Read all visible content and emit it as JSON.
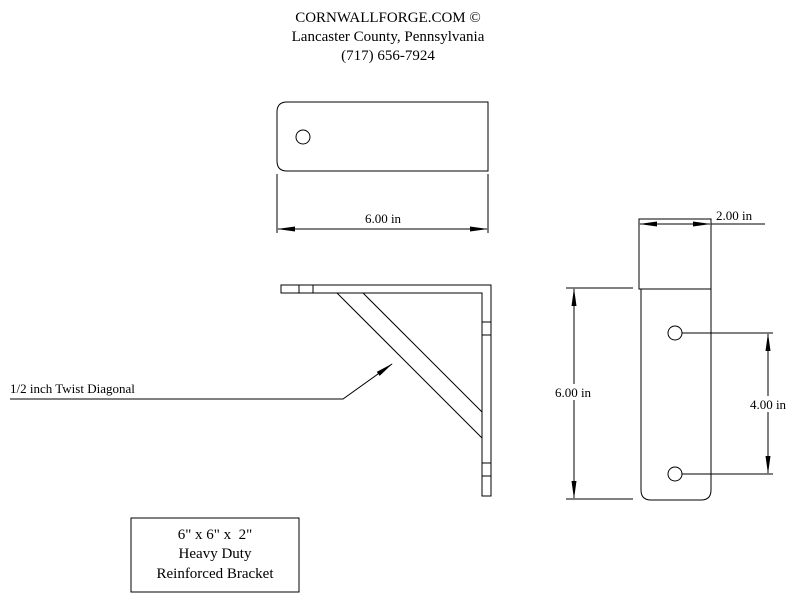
{
  "header": {
    "company": "CORNWALLFORGE.COM ©",
    "location": "Lancaster County, Pennsylvania",
    "phone": "(717) 656-7924"
  },
  "dimensions": {
    "top_length": "6.00 in",
    "width": "2.00 in",
    "side_height": "6.00 in",
    "hole_spacing": "4.00 in"
  },
  "callout": "1/2 inch Twist Diagonal",
  "title_block": {
    "line1": "6\" x 6\" x  2\"",
    "line2": "Heavy Duty",
    "line3": "Reinforced Bracket"
  }
}
